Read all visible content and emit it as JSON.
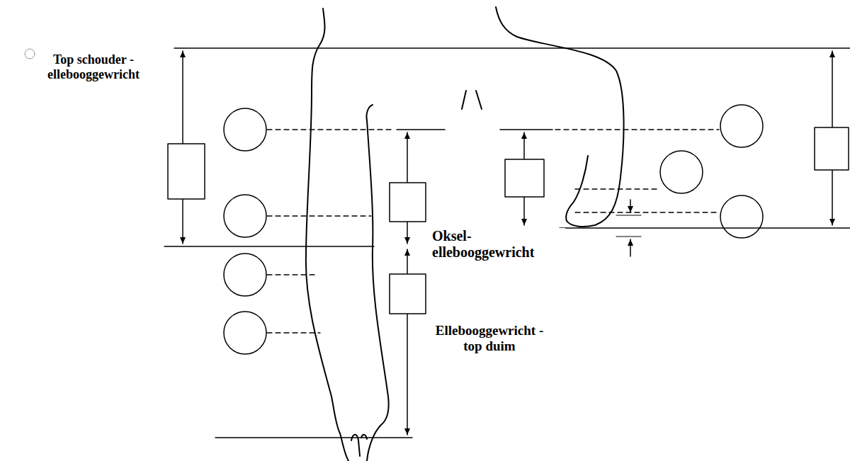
{
  "diagram": {
    "labels": [
      "Top schouder - ellebooggewricht",
      "Oksel- ellebooggewricht",
      "Ellebooggewricht - top duim"
    ]
  }
}
